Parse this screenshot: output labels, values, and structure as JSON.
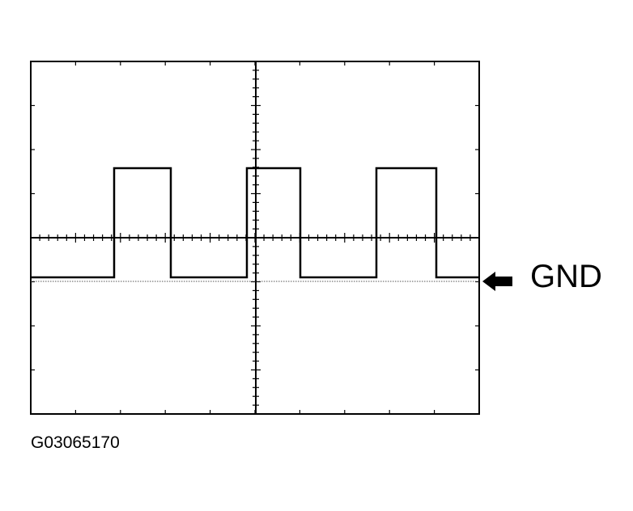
{
  "labels": {
    "ground": "GND",
    "figure_id": "G03065170"
  },
  "icons": {
    "ground_pointer": "left-arrow-icon"
  },
  "waveform": {
    "type": "square-wave",
    "levels": [
      "low",
      "high"
    ],
    "segments": [
      {
        "state": "low"
      },
      {
        "state": "high"
      },
      {
        "state": "low"
      },
      {
        "state": "high"
      },
      {
        "state": "low"
      },
      {
        "state": "high"
      },
      {
        "state": "low"
      }
    ]
  },
  "colors": {
    "trace": "#000000",
    "grid": "#000000",
    "ground_line": "#555555"
  }
}
